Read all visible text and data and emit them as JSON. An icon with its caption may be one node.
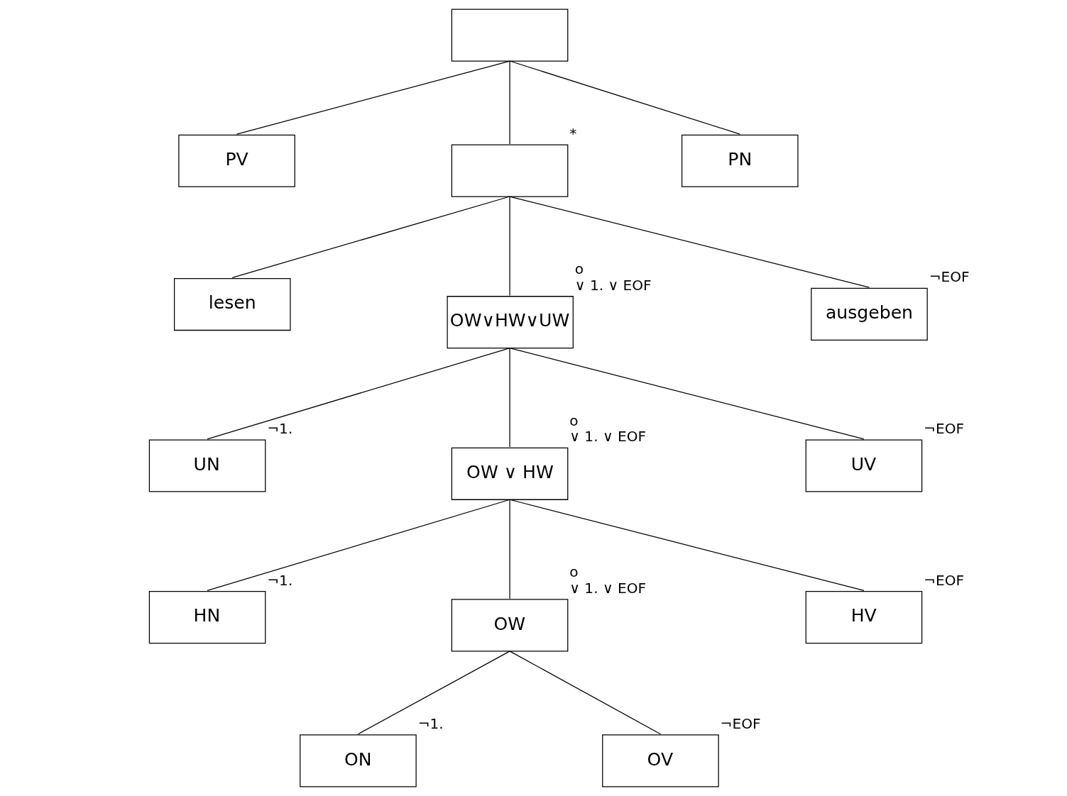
{
  "diagram": {
    "nodes": [
      {
        "text": [],
        "shape": "box"
      },
      {
        "text": [
          "PV"
        ]
      },
      {
        "text": [],
        "shape": "box",
        "beside": [
          "*"
        ]
      },
      {
        "text": [
          "PN"
        ]
      },
      {
        "text": [
          "lesen"
        ]
      },
      {
        "text": [
          "OW∨HW∨UW"
        ],
        "beside": [
          "o",
          "∨ 1. ∨ EOF"
        ]
      },
      {
        "text": [
          "ausgeben"
        ],
        "beside": [
          "¬EOF"
        ]
      },
      {
        "text": [
          "UN"
        ],
        "beside": [
          "¬1."
        ]
      },
      {
        "text": [
          "OW ∨ HW"
        ],
        "beside": [
          "o",
          "∨ 1. ∨ EOF"
        ]
      },
      {
        "text": [
          "UV"
        ],
        "beside": [
          "¬EOF"
        ]
      },
      {
        "text": [
          "HN"
        ],
        "beside": [
          "¬1."
        ]
      },
      {
        "text": [
          "OW"
        ],
        "beside": [
          "o",
          "∨ 1. ∨ EOF"
        ]
      },
      {
        "text": [
          "HV"
        ],
        "beside": [
          "¬EOF"
        ]
      },
      {
        "text": [
          "ON"
        ],
        "beside": [
          "¬1."
        ]
      },
      {
        "text": [
          "OV"
        ],
        "beside": [
          "¬EOF"
        ]
      }
    ],
    "edges": [
      {
        "from": 0,
        "to": 1,
        "arrow": "none"
      },
      {
        "from": 0,
        "to": 2,
        "arrow": "none"
      },
      {
        "from": 0,
        "to": 3,
        "arrow": "none"
      },
      {
        "from": 2,
        "to": 4,
        "arrow": "none"
      },
      {
        "from": 2,
        "to": 5,
        "arrow": "none"
      },
      {
        "from": 2,
        "to": 6,
        "arrow": "none"
      },
      {
        "from": 5,
        "to": 7,
        "arrow": "none"
      },
      {
        "from": 5,
        "to": 8,
        "arrow": "none"
      },
      {
        "from": 5,
        "to": 9,
        "arrow": "none"
      },
      {
        "from": 8,
        "to": 10,
        "arrow": "none"
      },
      {
        "from": 8,
        "to": 11,
        "arrow": "none"
      },
      {
        "from": 8,
        "to": 12,
        "arrow": "none"
      },
      {
        "from": 11,
        "to": 13,
        "arrow": "none"
      },
      {
        "from": 11,
        "to": 14,
        "arrow": "none"
      }
    ]
  }
}
